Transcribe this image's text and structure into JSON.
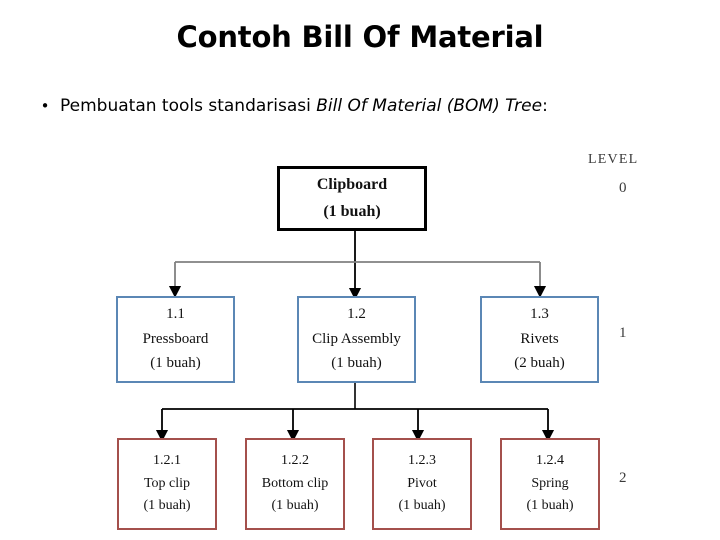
{
  "slide": {
    "title": "Contoh Bill Of Material",
    "bullet_mark": "•",
    "bullet_text_plain": "Pembuatan tools standarisasi Bill Of Material (BOM) Tree:",
    "bullet_text_lead": "Pembuatan tools standarisasi ",
    "bullet_text_emphasis": "Bill Of Material (BOM) Tree",
    "bullet_text_tail": ":"
  },
  "diagram": {
    "type": "bill-of-material-tree",
    "legend": {
      "title": "LEVEL",
      "levels": [
        "0",
        "1",
        "2"
      ]
    },
    "colors": {
      "level0_border": "#000000",
      "level1_border": "#5b87b5",
      "level2_border": "#a4504c",
      "connector_level0": "#000000",
      "connector_level1_bus": "#808080",
      "connector_level2_bus": "#000000"
    },
    "nodes": {
      "root": {
        "code": "",
        "name": "Clipboard",
        "qty": "(1 buah)",
        "level": "0"
      },
      "level1": [
        {
          "code": "1.1",
          "name": "Pressboard",
          "qty": "(1 buah)",
          "level": "1"
        },
        {
          "code": "1.2",
          "name": "Clip Assembly",
          "qty": "(1 buah)",
          "level": "1"
        },
        {
          "code": "1.3",
          "name": "Rivets",
          "qty": "(2 buah)",
          "level": "1"
        }
      ],
      "level2": [
        {
          "code": "1.2.1",
          "name": "Top clip",
          "qty": "(1 buah)",
          "level": "2"
        },
        {
          "code": "1.2.2",
          "name": "Bottom clip",
          "qty": "(1 buah)",
          "level": "2"
        },
        {
          "code": "1.2.3",
          "name": "Pivot",
          "qty": "(1 buah)",
          "level": "2"
        },
        {
          "code": "1.2.4",
          "name": "Spring",
          "qty": "(1 buah)",
          "level": "2"
        }
      ]
    }
  }
}
